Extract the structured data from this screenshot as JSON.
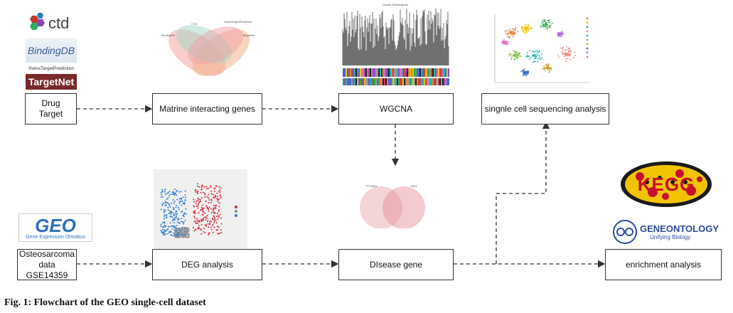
{
  "logos": {
    "ctd": "ctd",
    "bindingdb": "BindingDB",
    "swiss": "SwissTargetPrediction",
    "targetnet": "TargetNet",
    "geo_big": "GEO",
    "geo_small": "Gene Expression Omnibus",
    "kegg": "KEGG",
    "go_title": "GENEONTOLOGY",
    "go_sub": "Unifying Biology"
  },
  "boxes": {
    "drug_target": "Drug\nTarget",
    "matrine": "Matrine interacting genes",
    "wgcna": "WGCNA",
    "single_cell": "singnle cell sequencing analysis",
    "osteosarcoma": "Osteosarcoma\ndata GSE14359",
    "deg": "DEG analysis",
    "disease": "DIsease gene",
    "enrichment": "enrichment analysis"
  },
  "caption": "Fig. 1: Flowchart of the GEO single-cell dataset",
  "colors": {
    "arrow": "#333333",
    "ctd_red": "#c0392b",
    "geo_blue": "#2c6fb5",
    "targetnet_bg": "#7a2a2a",
    "kegg_red": "#c8102e",
    "kegg_yellow": "#f2c400"
  }
}
